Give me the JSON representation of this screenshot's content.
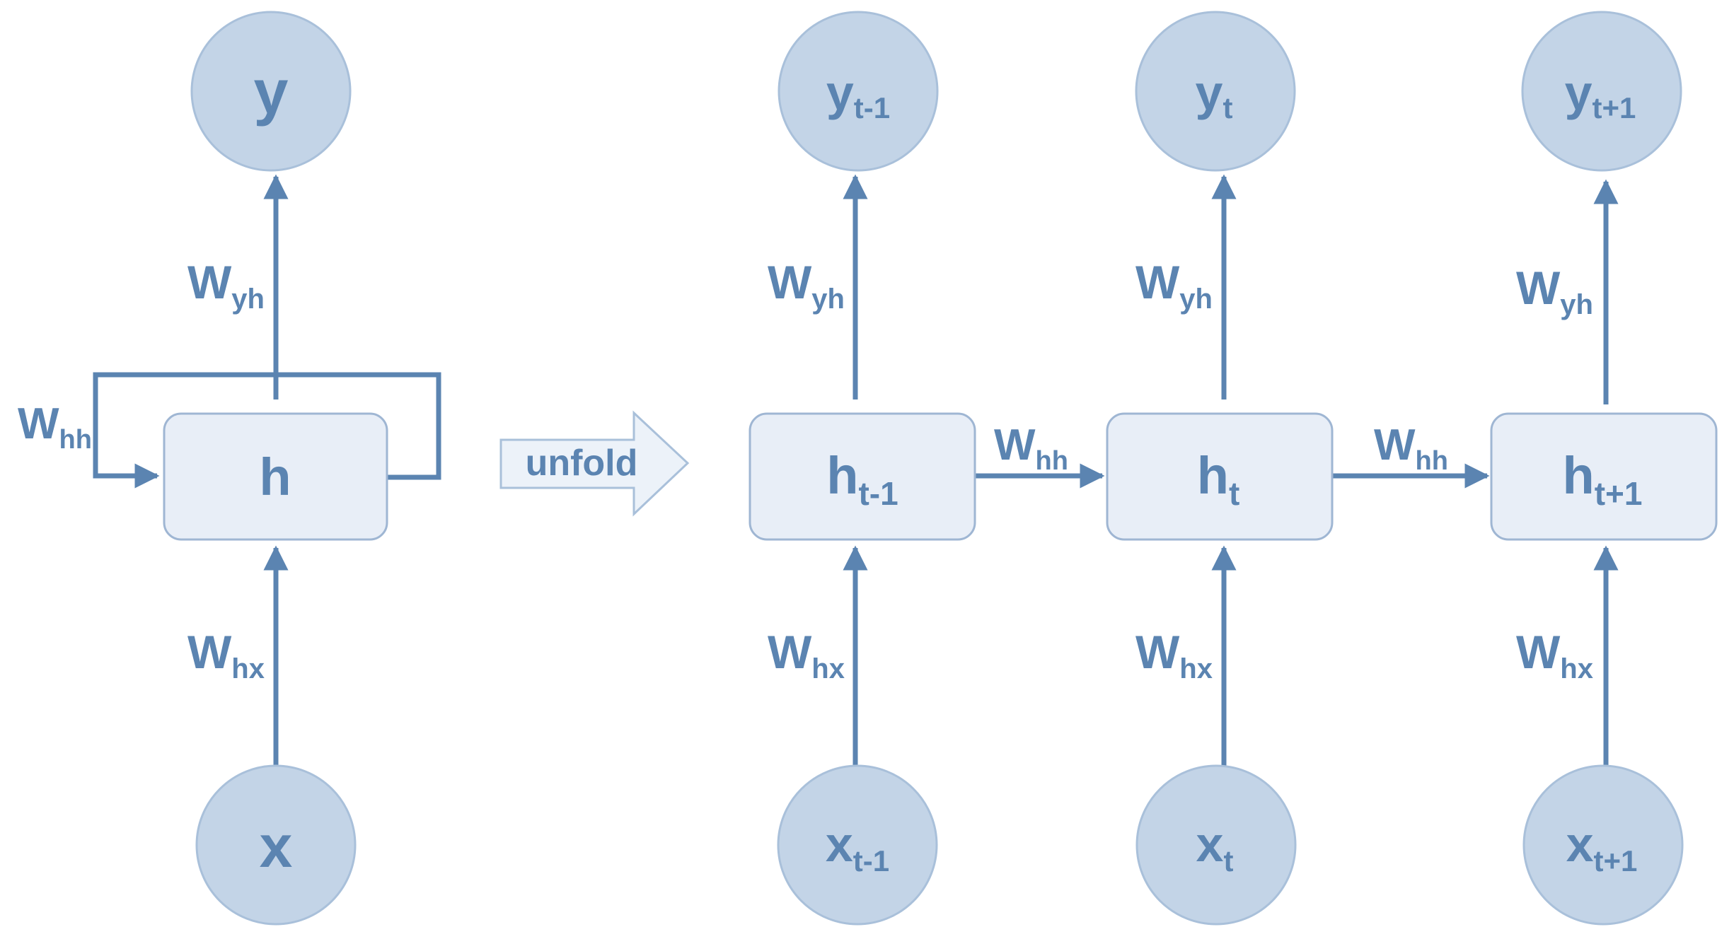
{
  "colors": {
    "line": "#5b84b1",
    "circle_fill": "#c3d4e7",
    "circle_stroke": "#a9c0da",
    "box_fill": "#e8eef7",
    "box_stroke": "#9fb6d3",
    "unfold_fill": "#ecf2f9",
    "text": "#5b84b1"
  },
  "folded": {
    "y": {
      "base": "y",
      "sub": ""
    },
    "h": {
      "base": "h",
      "sub": ""
    },
    "x": {
      "base": "x",
      "sub": ""
    },
    "w_yh": {
      "base": "W",
      "sub": "yh"
    },
    "w_hx": {
      "base": "W",
      "sub": "hx"
    },
    "w_hh": {
      "base": "W",
      "sub": "hh"
    }
  },
  "unfold_label": "unfold",
  "unfolded": [
    {
      "y": {
        "base": "y",
        "sub": "t-1"
      },
      "h": {
        "base": "h",
        "sub": "t-1"
      },
      "x": {
        "base": "x",
        "sub": "t-1"
      },
      "w_yh": {
        "base": "W",
        "sub": "yh"
      },
      "w_hx": {
        "base": "W",
        "sub": "hx"
      }
    },
    {
      "y": {
        "base": "y",
        "sub": "t"
      },
      "h": {
        "base": "h",
        "sub": "t"
      },
      "x": {
        "base": "x",
        "sub": "t"
      },
      "w_yh": {
        "base": "W",
        "sub": "yh"
      },
      "w_hx": {
        "base": "W",
        "sub": "hx"
      }
    },
    {
      "y": {
        "base": "y",
        "sub": "t+1"
      },
      "h": {
        "base": "h",
        "sub": "t+1"
      },
      "x": {
        "base": "x",
        "sub": "t+1"
      },
      "w_yh": {
        "base": "W",
        "sub": "yh"
      },
      "w_hx": {
        "base": "W",
        "sub": "hx"
      }
    }
  ],
  "links": [
    {
      "base": "W",
      "sub": "hh"
    },
    {
      "base": "W",
      "sub": "hh"
    }
  ]
}
